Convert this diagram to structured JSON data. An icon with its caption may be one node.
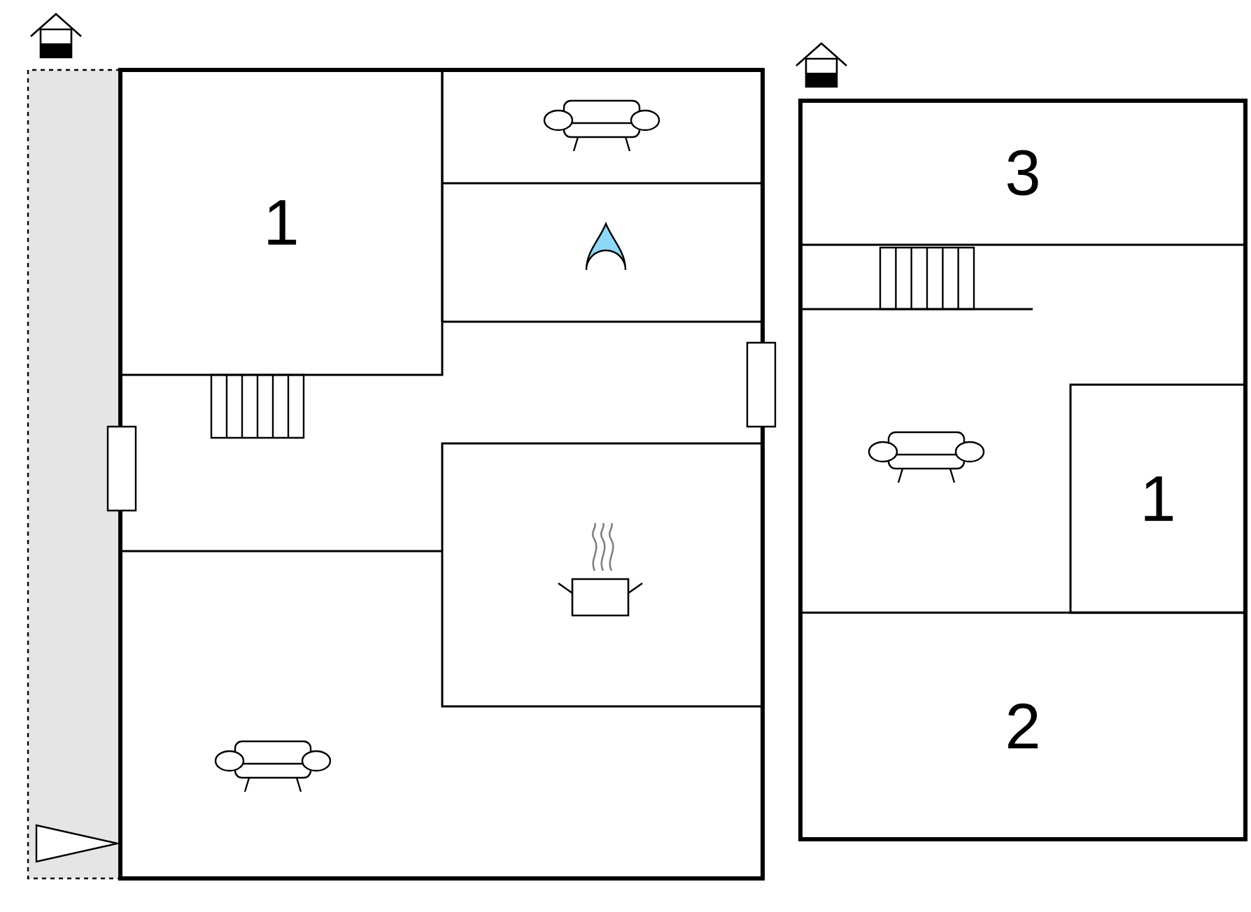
{
  "diagram": {
    "nodes": [
      {
        "text": [
          "1"
        ]
      },
      {
        "text": [
          "3"
        ]
      },
      {
        "text": [
          "1"
        ]
      },
      {
        "text": [
          "2"
        ]
      }
    ]
  }
}
